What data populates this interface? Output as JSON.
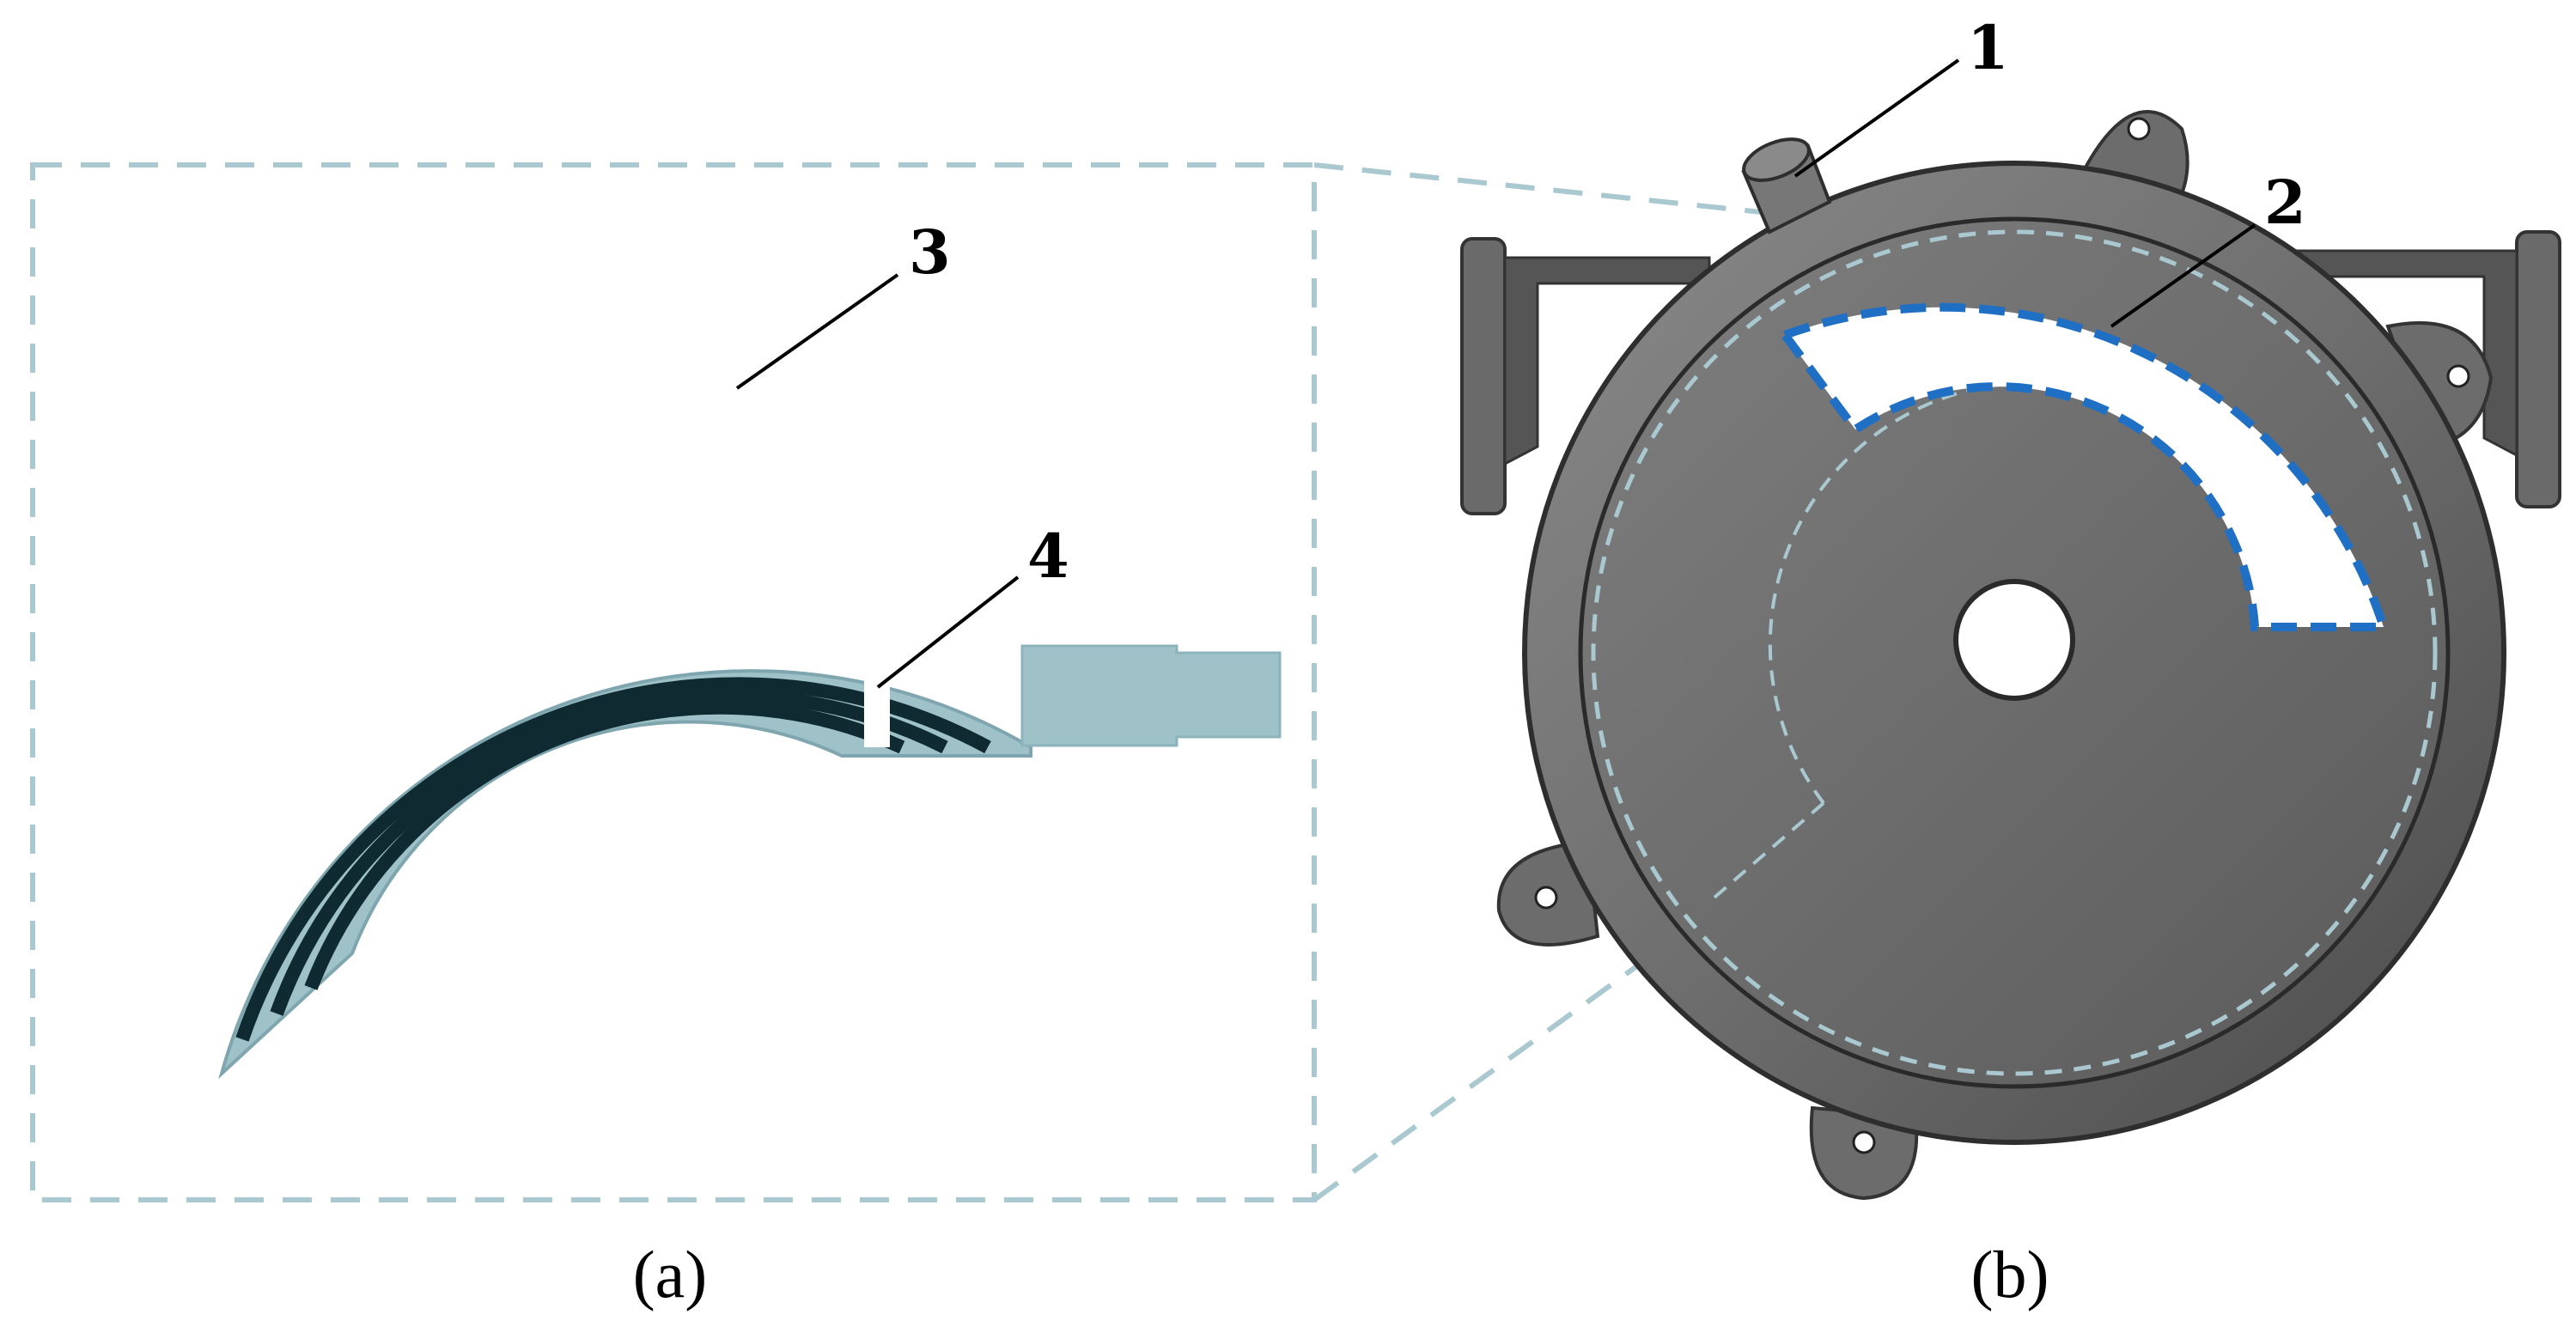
{
  "figure": {
    "callouts": [
      "1",
      "2",
      "3",
      "4"
    ],
    "captions": {
      "a": "(a)",
      "b": "(b)"
    },
    "colors": {
      "channel_fill": "#9fc2c9",
      "channel_groove": "#0f2a30",
      "frame_dash": "#a9c8cf",
      "device_body": "#6b6b6b",
      "device_dark": "#3a3a3a",
      "highlight_dash": "#1f6fc4"
    }
  }
}
